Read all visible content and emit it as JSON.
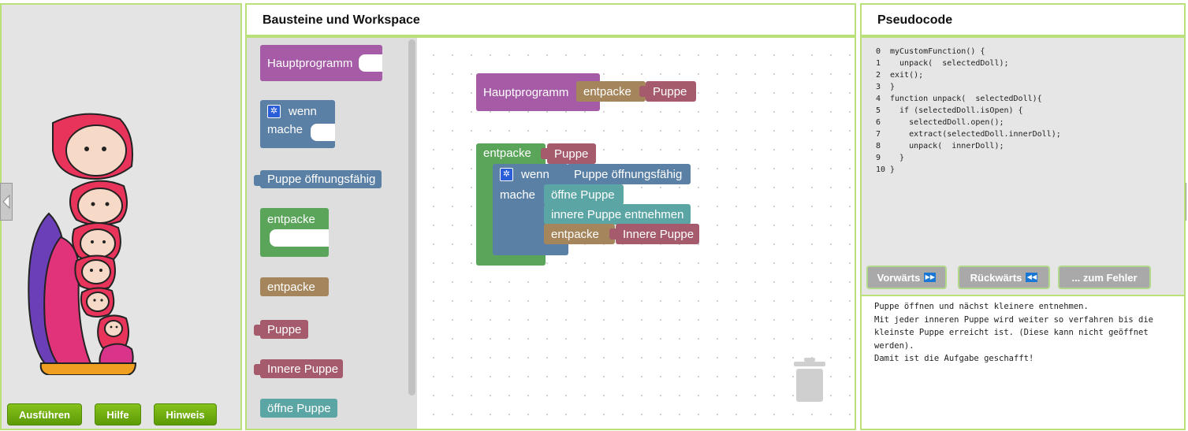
{
  "left": {
    "buttons": {
      "run": "Ausführen",
      "help": "Hilfe",
      "hint": "Hinweis"
    }
  },
  "middle": {
    "title": "Bausteine und Workspace",
    "toolbox": {
      "main_program": "Hauptprogramm",
      "if_label": "wenn",
      "do_label": "mache",
      "doll_openable": "Puppe öffnungsfähig",
      "unpack_def": "entpacke",
      "unpack_call": "entpacke",
      "doll": "Puppe",
      "inner_doll": "Innere Puppe",
      "open_doll": "öffne Puppe"
    },
    "workspace": {
      "main_program": "Hauptprogramm",
      "main_call": "entpacke",
      "main_call_arg": "Puppe",
      "def_name": "entpacke",
      "def_param": "Puppe",
      "if_label": "wenn",
      "condition": "Puppe öffnungsfähig",
      "do_label": "mache",
      "stmt_open": "öffne Puppe",
      "stmt_extract": "innere Puppe entnehmen",
      "stmt_unpack": "entpacke",
      "stmt_unpack_arg": "Innere Puppe"
    }
  },
  "right": {
    "title": "Pseudocode",
    "code_lines": [
      {
        "num": "0",
        "text": "myCustomFunction() {"
      },
      {
        "num": "1",
        "text": "  unpack(  selectedDoll);"
      },
      {
        "num": "2",
        "text": "exit();"
      },
      {
        "num": "3",
        "text": "}"
      },
      {
        "num": "4",
        "text": "function unpack(  selectedDoll){"
      },
      {
        "num": "5",
        "text": "  if (selectedDoll.isOpen) {"
      },
      {
        "num": "6",
        "text": "    selectedDoll.open();"
      },
      {
        "num": "7",
        "text": "    extract(selectedDoll.innerDoll);"
      },
      {
        "num": "8",
        "text": "    unpack(  innerDoll);"
      },
      {
        "num": "9",
        "text": "  }"
      },
      {
        "num": "10",
        "text": "}"
      }
    ],
    "buttons": {
      "forward": "Vorwärts",
      "backward": "Rückwärts",
      "to_error": "... zum Fehler"
    },
    "description": {
      "line1": "Puppe öffnen und nächst kleinere entnehmen.",
      "line2": "Mit jeder inneren Puppe wird weiter so verfahren bis die kleinste Puppe erreicht ist. (Diese kann nicht geöffnet werden).",
      "line3": "Damit ist die Aufgabe geschafft!"
    }
  }
}
